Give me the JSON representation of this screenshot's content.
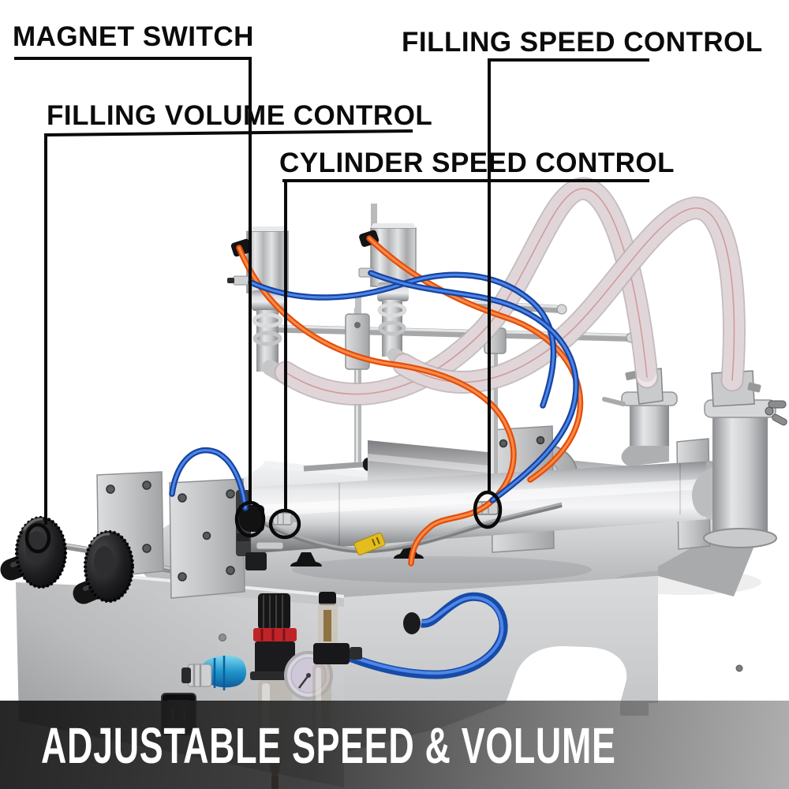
{
  "annotations": {
    "labels": [
      {
        "id": "magnet-switch",
        "text": "MAGNET SWITCH"
      },
      {
        "id": "filling-volume-control",
        "text": "FILLING VOLUME CONTROL"
      },
      {
        "id": "filling-speed-control",
        "text": "FILLING SPEED CONTROL"
      },
      {
        "id": "cylinder-speed-control",
        "text": "CYLINDER SPEED CONTROL"
      }
    ],
    "line_color": "#0a0a0a"
  },
  "banner": {
    "text": "ADJUSTABLE SPEED & VOLUME",
    "text_color": "#ffffff"
  },
  "colors": {
    "pneumatic_tube_orange": "#f4641e",
    "pneumatic_tube_blue": "#1d55c0",
    "steel_light": "#d5d6d8",
    "regulator_red": "#c02428",
    "background": "#ffffff"
  },
  "machine_parts": [
    "magnet-switch-fitting",
    "filling-volume-knobs",
    "filling-speed-valve",
    "cylinder-speed-valve",
    "horizontal-piston-cylinders",
    "filling-nozzles",
    "spiral-suction-hoses",
    "stainless-check-valves",
    "air-filter-regulator",
    "pressure-gauge",
    "air-coupler",
    "power-socket"
  ]
}
